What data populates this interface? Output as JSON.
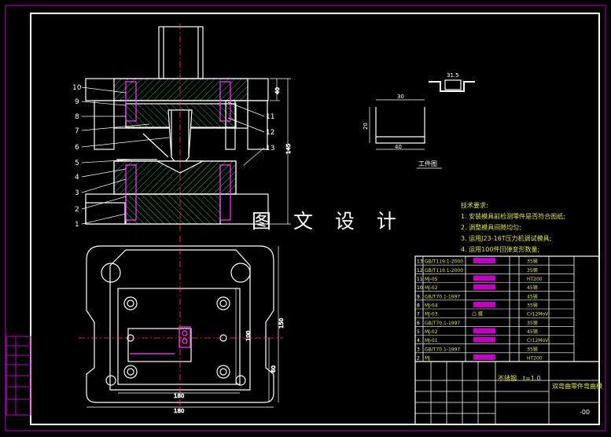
{
  "watermark": "图 文 设 计",
  "notes": {
    "heading": "技术要求:",
    "items": [
      "1. 安装模具前检测零件是否符合图纸;",
      "2. 调整模具间隙均匀;",
      "3. 运用J23-16T压力机调试模具;",
      "4. 运用100件回弹变形数量;"
    ]
  },
  "part_labels": [
    "10",
    "9",
    "8",
    "7",
    "6",
    "5",
    "4",
    "3",
    "2",
    "1",
    "11",
    "12",
    "13"
  ],
  "dimensions": {
    "height_total": "145",
    "height_top": "40",
    "plan_width_inner": "180",
    "plan_width_outer": "180",
    "plan_height": "150",
    "plan_height_inner": "100",
    "plan_offset": "60",
    "part_width": "30",
    "part_height": "20",
    "part_bottom": "40",
    "section_width": "31.5",
    "section_label": "工件图"
  },
  "bom_rows": [
    {
      "no": "13",
      "code": "GB/T119.1-2000",
      "name": "",
      "qty": "",
      "mat": "35钢"
    },
    {
      "no": "12",
      "code": "GB/T119.1-2000",
      "name": "",
      "qty": "",
      "mat": "35钢"
    },
    {
      "no": "11",
      "code": "MJ-05",
      "name": "",
      "qty": "",
      "mat": "HT200"
    },
    {
      "no": "10",
      "code": "MJ-02",
      "name": "",
      "qty": "",
      "mat": "45钢"
    },
    {
      "no": "9",
      "code": "GB/T70.1-1997",
      "name": "",
      "qty": "",
      "mat": "45钢"
    },
    {
      "no": "8",
      "code": "MJ-04",
      "name": "",
      "qty": "",
      "mat": "35钢"
    },
    {
      "no": "7",
      "code": "MJ-03",
      "name": "凸 模",
      "qty": "",
      "mat": "Cr12MoV"
    },
    {
      "no": "6",
      "code": "GB/T70.1-1997",
      "name": "",
      "qty": "",
      "mat": "35钢"
    },
    {
      "no": "5",
      "code": "MJ-02",
      "name": "",
      "qty": "",
      "mat": "45钢"
    },
    {
      "no": "4",
      "code": "MJ-01",
      "name": "",
      "qty": "",
      "mat": "Cr12MoV"
    },
    {
      "no": "3",
      "code": "GB/T70.1-1997",
      "name": "",
      "qty": "",
      "mat": "35钢"
    },
    {
      "no": "2",
      "code": "MJ",
      "name": "",
      "qty": "",
      "mat": "HT200"
    }
  ],
  "title_block": {
    "material": "不锈钢",
    "thickness": "t=1.0",
    "title": "双弯曲零件弯曲模",
    "drawing_no": "-00"
  }
}
